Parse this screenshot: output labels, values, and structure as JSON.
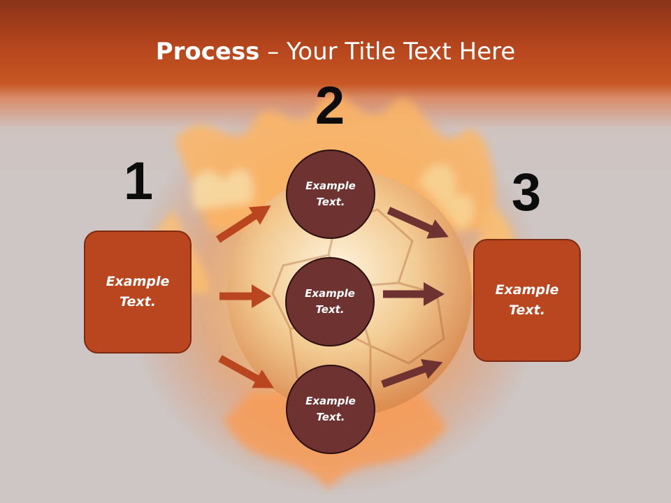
{
  "slide": {
    "title_strong": "Process",
    "title_rest": " – Your Title Text Here"
  },
  "steps": [
    {
      "number": "1",
      "label": "Example\nText."
    },
    {
      "number": "2",
      "label": ""
    },
    {
      "number": "3",
      "label": "Example\nText."
    }
  ],
  "circles": [
    {
      "label": "Example\nText."
    },
    {
      "label": "Example\nText."
    },
    {
      "label": "Example\nText."
    }
  ],
  "colors": {
    "header": "#b7461d",
    "box_fill": "#b9461f",
    "circle_fill": "#6e3231",
    "arrow_in": "#b9461f",
    "arrow_out": "#6e3231"
  },
  "icons": {
    "background": "flaming-soccer-ball-image"
  }
}
